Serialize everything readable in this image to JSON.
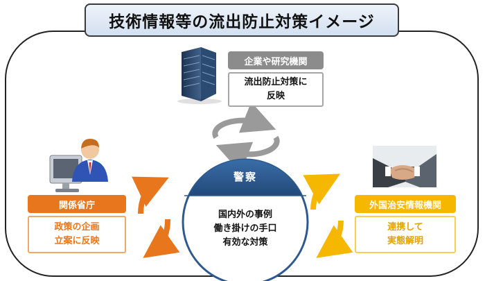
{
  "title": "技術情報等の流出防止対策イメージ",
  "nodes": {
    "company": {
      "header": "企業や研究機関",
      "lines": [
        "流出防止対策に",
        "反映"
      ],
      "icon": "office-building-icon",
      "header_color": "#8c8c8c",
      "border_color": "#a6a6a6"
    },
    "ministries": {
      "header": "関係省庁",
      "lines": [
        "政策の企画",
        "立案に反映"
      ],
      "icon": "computer-user-icon",
      "header_color": "#e8761c",
      "border_color": "#f0a866",
      "text_color": "#e8761c"
    },
    "foreign": {
      "header": "外国治安情報機関",
      "lines": [
        "連携して",
        "実態解明"
      ],
      "icon": "handshake-icon",
      "header_color": "#f5b700",
      "border_color": "#f7cf55",
      "text_color": "#e2a400"
    },
    "police": {
      "header": "警察",
      "lines": [
        "国内外の事例",
        "働き掛けの手口",
        "有効な対策"
      ],
      "header_color": "#2c5a8f",
      "border_color": "#2c5a8f"
    }
  },
  "arrows": {
    "top": {
      "color": "#9a9a9a"
    },
    "left": {
      "color": "#e8761c"
    },
    "right": {
      "color": "#f5b700"
    }
  }
}
